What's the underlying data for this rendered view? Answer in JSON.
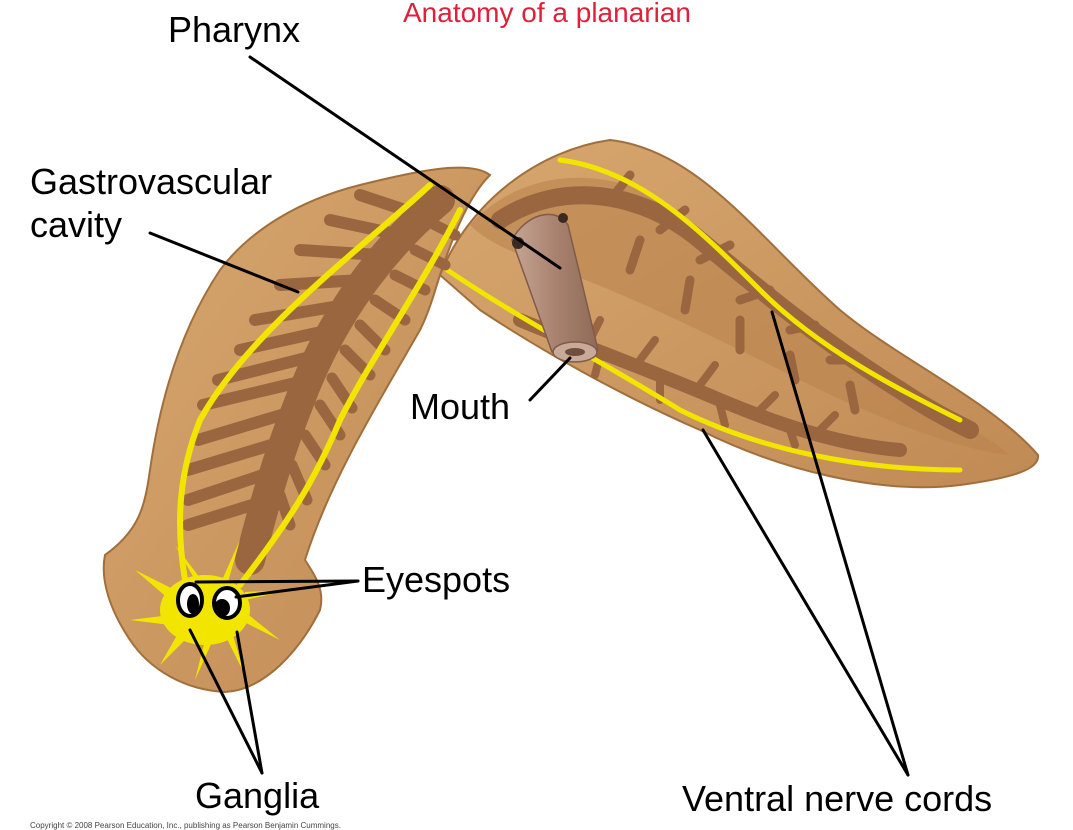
{
  "title": "Anatomy of a planarian",
  "labels": {
    "pharynx": "Pharynx",
    "gastrovascular_line1": "Gastrovascular",
    "gastrovascular_line2": "cavity",
    "mouth": "Mouth",
    "eyespots": "Eyespots",
    "ganglia": "Ganglia",
    "ventral_nerve_cords": "Ventral nerve cords"
  },
  "copyright": "Copyright © 2008 Pearson Education, Inc., publishing as Pearson Benjamin Cummings.",
  "colors": {
    "title": "#e0203a",
    "body": "#c9955e",
    "body_edge": "#a06f3c",
    "gut": "#9a6640",
    "nerve": "#f2e600",
    "pharynx": "#b08a72",
    "line": "#000000"
  }
}
